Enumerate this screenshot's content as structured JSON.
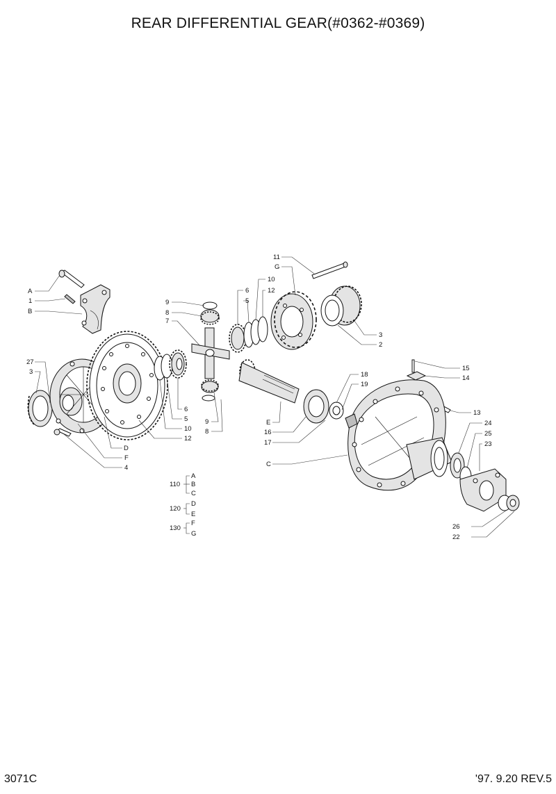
{
  "title": "REAR DIFFERENTIAL GEAR(#0362-#0369)",
  "figure_code": "3071C",
  "revision": "'97. 9.20 REV.5",
  "callouts": {
    "c_A": "A",
    "c_1": "1",
    "c_B": "B",
    "c_27": "27",
    "c_3a": "3",
    "c_D": "D",
    "c_F": "F",
    "c_4": "4",
    "c_9a": "9",
    "c_8a": "8",
    "c_7": "7",
    "c_6a": "6",
    "c_5a": "5",
    "c_10a": "10",
    "c_12a": "12",
    "c_9b": "9",
    "c_8b": "8",
    "c_6b": "6",
    "c_5b": "5",
    "c_10b": "10",
    "c_12b": "12",
    "c_11": "11",
    "c_G": "G",
    "c_3b": "3",
    "c_2": "2",
    "c_18": "18",
    "c_19": "19",
    "c_E": "E",
    "c_16": "16",
    "c_17": "17",
    "c_15": "15",
    "c_14": "14",
    "c_13": "13",
    "c_C": "C",
    "c_24": "24",
    "c_25": "25",
    "c_23": "23",
    "c_26": "26",
    "c_22": "22"
  },
  "groups": [
    {
      "number": "110",
      "members": [
        "A",
        "B",
        "C"
      ]
    },
    {
      "number": "120",
      "members": [
        "D",
        "E"
      ]
    },
    {
      "number": "130",
      "members": [
        "F",
        "G"
      ]
    }
  ]
}
